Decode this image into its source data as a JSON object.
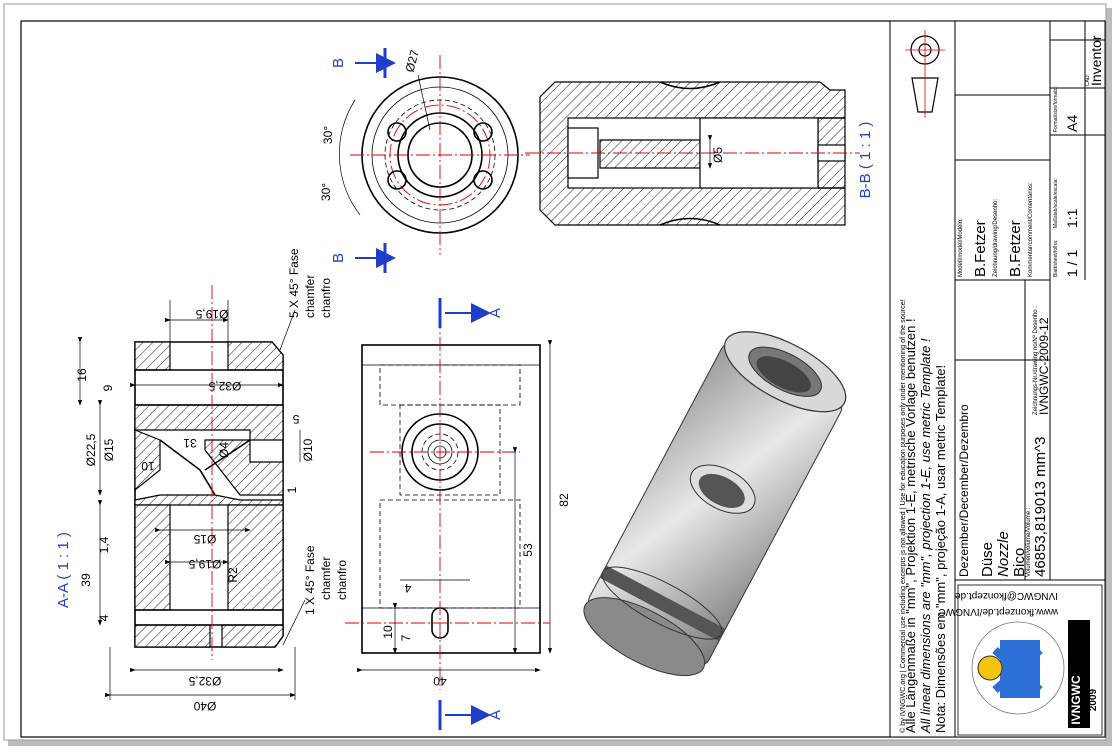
{
  "views": {
    "section_aa_title": "A-A ( 1 : 1 )",
    "section_bb_title": "B-B ( 1 : 1 )",
    "cut_a": "A",
    "cut_b": "B"
  },
  "dims": {
    "d19_5_top": "Ø19,5",
    "d32_5_top": "Ø32,5",
    "d22_5": "Ø22,5",
    "d15_left": "Ø15",
    "d31": "31",
    "d4": "Ø4",
    "d10_right": "Ø10",
    "d5": "5",
    "d1": "1",
    "d10_left": "10",
    "d15_mid": "Ø15",
    "d19_5_mid": "Ø19,5",
    "r2": "R2",
    "d1_4": "1,4",
    "d39": "39",
    "d4_small": "4",
    "d32_5_bottom": "Ø32,5",
    "d40_diam": "Ø40",
    "d16": "16",
    "d9": "9",
    "d82": "82",
    "d53": "53",
    "d40": "40",
    "d10_front": "10",
    "d7": "7",
    "d4_front": "4",
    "d27": "Ø27",
    "d5_bb": "Ø5",
    "a30_top": "30°",
    "a30_bottom": "30°"
  },
  "notes": {
    "fase5_1": "5 X 45° Fase",
    "fase5_2": "chamfer",
    "fase5_3": "chanfro",
    "fase1_1": "1 X 45° Fase",
    "fase1_2": "chamfer",
    "fase1_3": "chanfro"
  },
  "title_block": {
    "copyright": "© by IVNGWC.org | Commercial use including excerpts is not allowed | Use for education purposes only under mentioning of the source!",
    "note_de": "Alle Längenmaße in \"mm\", Projektion 1-E, metrische Vorlage benutzen !",
    "note_en": "All linear dimensions are \"mm\", projection 1-E, use metric Template !",
    "note_pt": "Nota: Dimensões em \"mm\", projeção 1-A, usar metric Template!",
    "date": "Dezember/December/Dezembro",
    "name_de": "Düse",
    "name_en": "Nozzle",
    "name_pt": "Bico",
    "volume_label": "Volumen/volume/Volume :",
    "volume": "46853,819013 mm^3",
    "drawing_no_label": "Zeichnungs-Nr./drawing no/Nº Desenho :",
    "drawing_no": "IVNGWC-2009-12",
    "model_label": "Modell/model/Modelo:",
    "model_by": "B.Fetzer",
    "drawing_label": "Zeichnung/drawing/Desenho:",
    "drawing_by": "B.Fetzer",
    "comment_label": "Kommentar/comment/Comentários:",
    "sheet_label": "Blatt/sheet/folha:",
    "sheet": "1 / 1",
    "scale_label": "Maßstab/scale/escala:",
    "scale": "1:1",
    "format_label": "Format/size/formato:",
    "format": "A4",
    "cad_label": "CAD:",
    "cad": "Inventor",
    "email": "IVNGWC@fkonzept.de",
    "web": "www.fkonzept.de/IVNGWC",
    "logo_name": "IVNGWC",
    "logo_year": "2009"
  }
}
